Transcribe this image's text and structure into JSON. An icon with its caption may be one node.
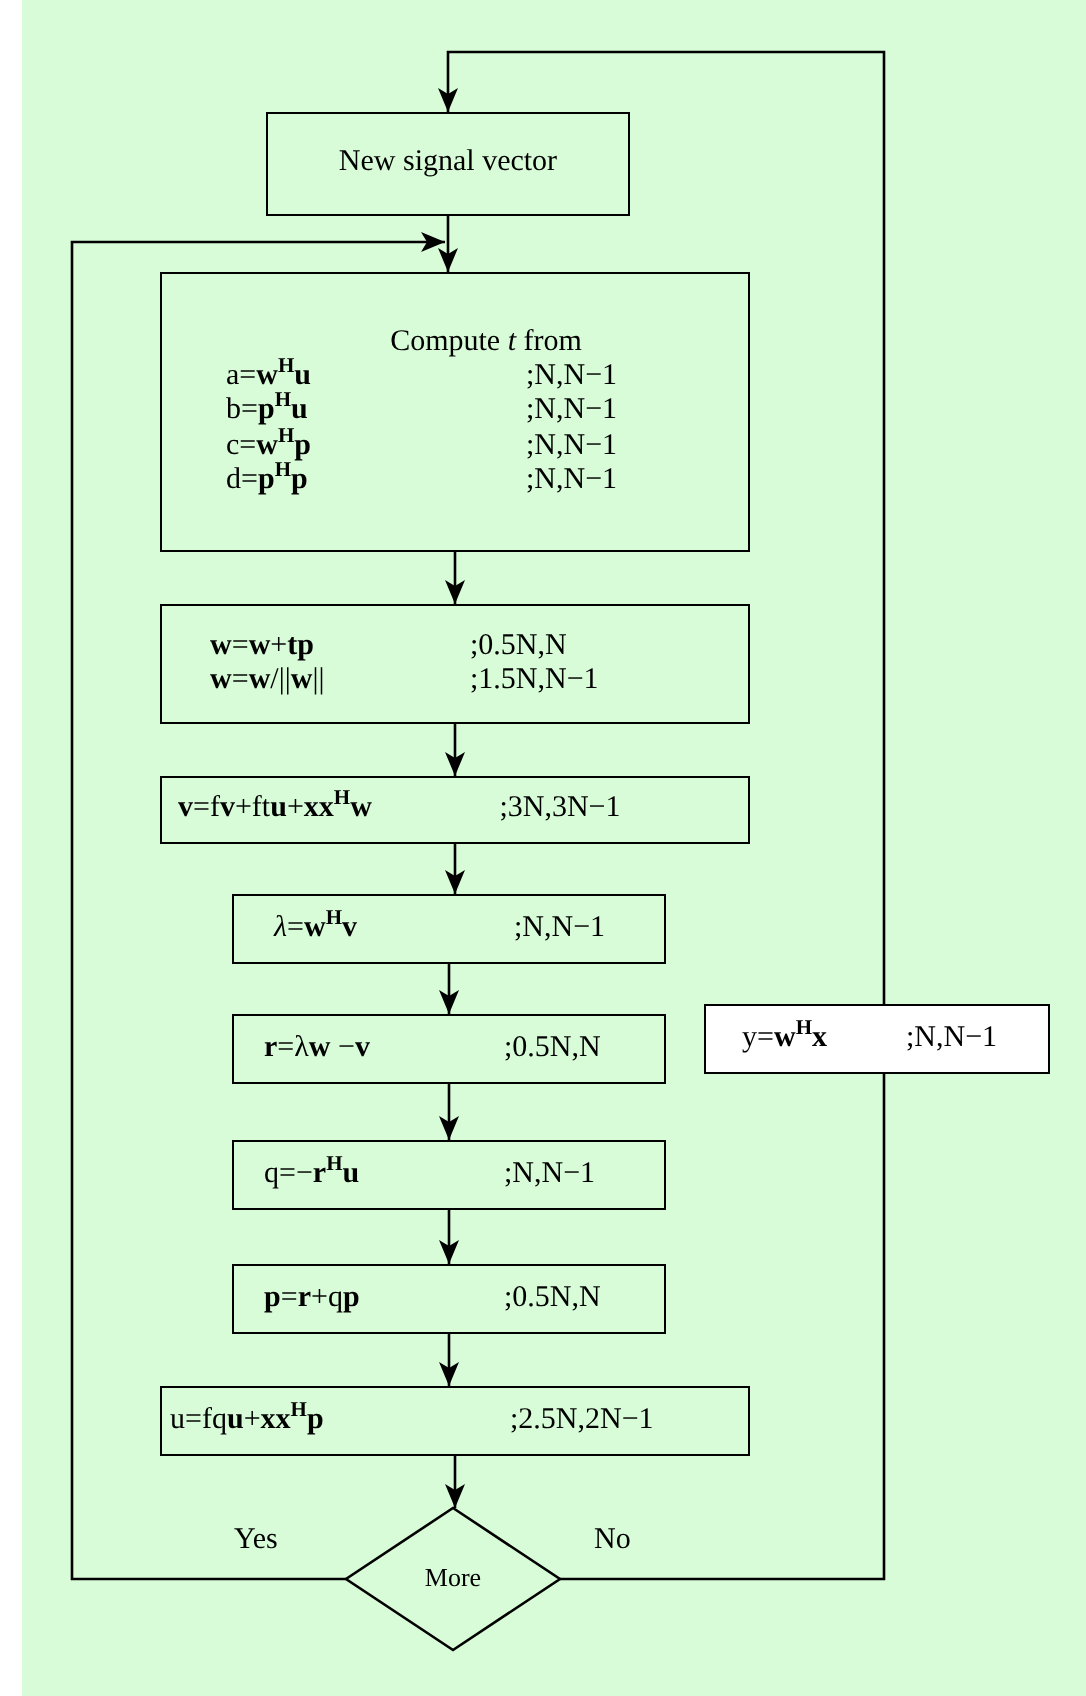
{
  "diagram": {
    "nodes": [
      {
        "text": [
          "New signal vector"
        ]
      },
      {
        "text": [
          "Compute *t* from",
          "a=**w**$^{H}$**u**",
          ";N,N−1",
          "b=**p**$^{H}$**u**",
          ";N,N−1",
          "c=**w**$^{H}$**p**",
          ";N,N−1",
          "d=**p**$^{H}$**p**",
          ";N,N−1"
        ]
      },
      {
        "text": [
          "**w**=**w**+**tp**",
          ";0.5N,N",
          "**w**=**w**/||**w**||",
          ";1.5N,N−1"
        ]
      },
      {
        "text": [
          "**v**=f**v**+ft**u**+**xx**$^{H}$**w**",
          ";3N,3N−1"
        ]
      },
      {
        "text": [
          "*λ*=**w**$^{H}$**v**",
          ";N,N−1"
        ]
      },
      {
        "text": [
          "**r**=λ**w** −**v**",
          ";0.5N,N"
        ]
      },
      {
        "text": [
          "q=−**r**$^{H}$**u**",
          ";N,N−1"
        ]
      },
      {
        "text": [
          "**p**=**r**+q**p**",
          ";0.5N,N"
        ]
      },
      {
        "text": [
          "u=fq**u**+**xx**$^{H}$**p**",
          ";2.5N,2N−1"
        ]
      },
      {
        "text": [
          "More"
        ]
      },
      {
        "text": [
          "y=**w**$^{H}$**x**",
          ";N,N−1"
        ]
      }
    ],
    "edges": [
      {
        "from": 0,
        "to": 1,
        "arrow": "to"
      },
      {
        "from": 1,
        "to": 2,
        "arrow": "to"
      },
      {
        "from": 2,
        "to": 3,
        "arrow": "to"
      },
      {
        "from": 3,
        "to": 4,
        "arrow": "to"
      },
      {
        "from": 4,
        "to": 5,
        "arrow": "to"
      },
      {
        "from": 5,
        "to": 6,
        "arrow": "to"
      },
      {
        "from": 6,
        "to": 7,
        "arrow": "to"
      },
      {
        "from": 7,
        "to": 8,
        "arrow": "to"
      },
      {
        "from": 8,
        "to": 9,
        "arrow": "to"
      },
      {
        "from": 9,
        "to": 1,
        "arrow": "to",
        "label": "Yes"
      },
      {
        "from": 9,
        "to": 10,
        "arrow": "none",
        "label": "No"
      },
      {
        "from": 10,
        "to": 0,
        "arrow": "to"
      }
    ]
  }
}
